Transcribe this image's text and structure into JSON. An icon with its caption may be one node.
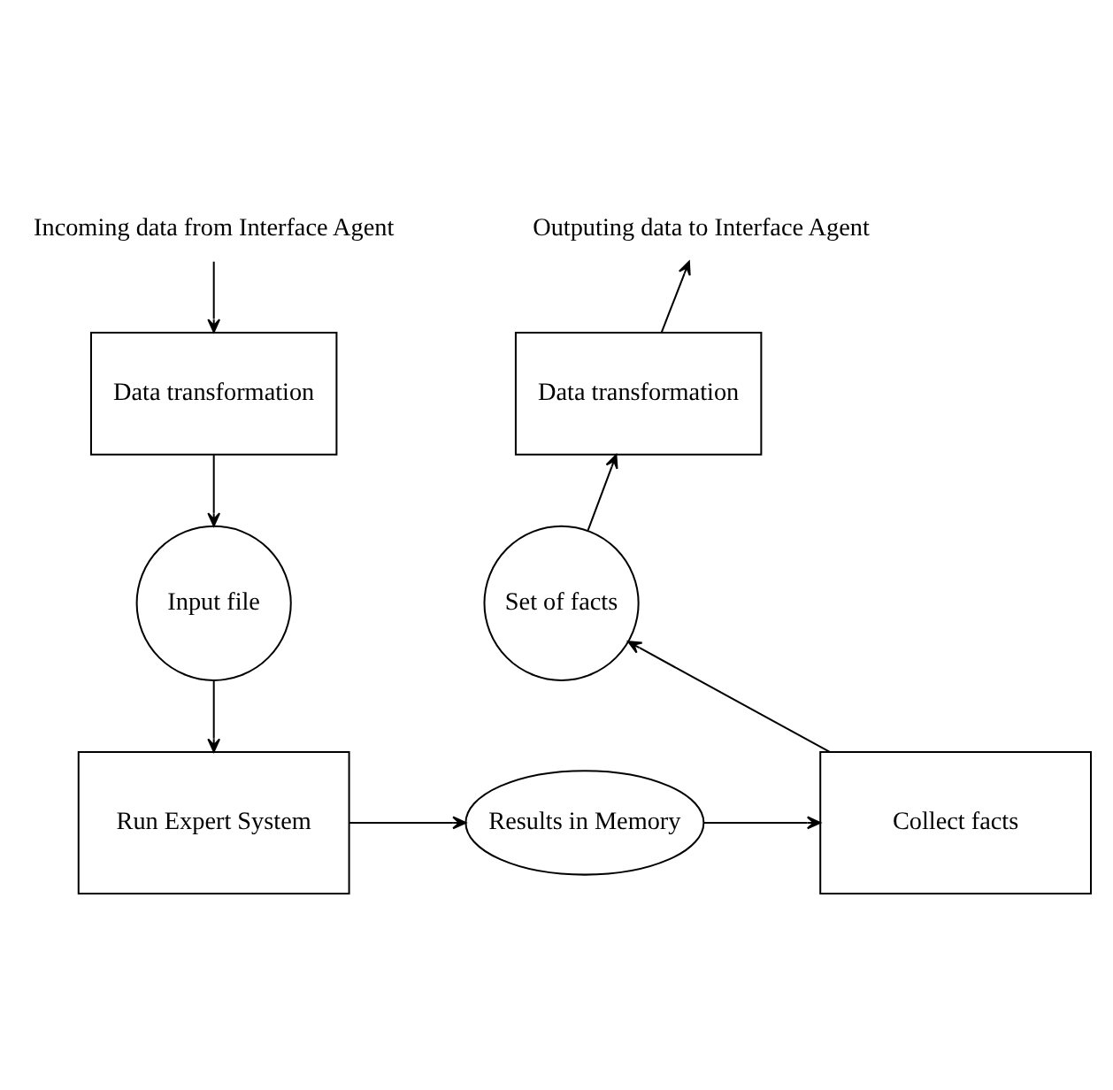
{
  "diagram": {
    "nodes": [
      {
        "text": [
          "Incoming data from Interface Agent"
        ]
      },
      {
        "text": [
          "Data transformation"
        ]
      },
      {
        "text": [
          "Input file"
        ]
      },
      {
        "text": [
          "Run Expert System"
        ]
      },
      {
        "text": [
          "Results in Memory"
        ]
      },
      {
        "text": [
          "Collect facts"
        ]
      },
      {
        "text": [
          "Set of facts"
        ]
      },
      {
        "text": [
          "Data transformation"
        ]
      },
      {
        "text": [
          "Outputing data to Interface Agent"
        ]
      }
    ],
    "edges": [
      {
        "from": 0,
        "to": 1,
        "arrow": "to"
      },
      {
        "from": 1,
        "to": 2,
        "arrow": "to"
      },
      {
        "from": 2,
        "to": 3,
        "arrow": "to"
      },
      {
        "from": 3,
        "to": 4,
        "arrow": "to"
      },
      {
        "from": 4,
        "to": 5,
        "arrow": "to"
      },
      {
        "from": 5,
        "to": 6,
        "arrow": "to"
      },
      {
        "from": 6,
        "to": 7,
        "arrow": "to"
      },
      {
        "from": 7,
        "to": 8,
        "arrow": "to"
      }
    ]
  }
}
